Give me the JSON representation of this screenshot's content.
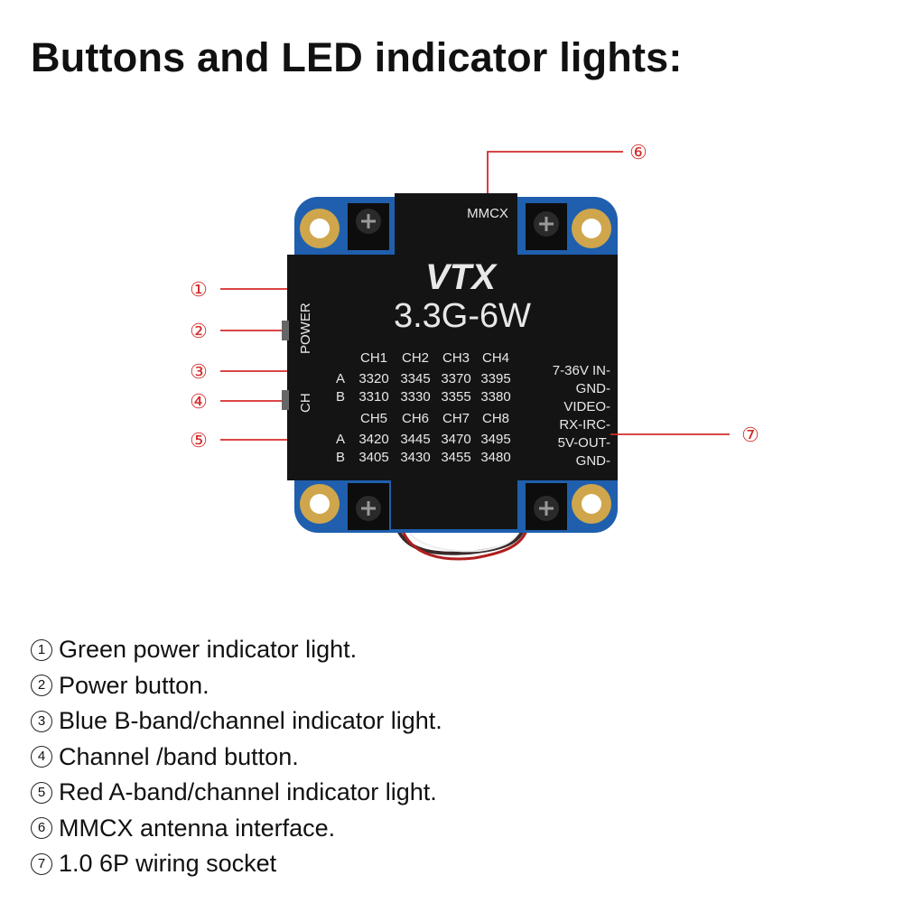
{
  "title": "Buttons and LED indicator lights:",
  "colors": {
    "callout": "#d42b2b",
    "board": "#1f5fae",
    "cover": "#141414",
    "pad": "#cfa64c",
    "label": "#e8e8e8"
  },
  "board": {
    "brand": "VTX",
    "model": "3.3G-6W",
    "mmcx_label": "MMCX",
    "power_label": "POWER",
    "ch_label": "CH",
    "channel_headers_1": [
      "CH1",
      "CH2",
      "CH3",
      "CH4"
    ],
    "channel_headers_2": [
      "CH5",
      "CH6",
      "CH7",
      "CH8"
    ],
    "bands": [
      "A",
      "B"
    ],
    "freq_table_1": [
      [
        "3320",
        "3345",
        "3370",
        "3395"
      ],
      [
        "3310",
        "3330",
        "3355",
        "3380"
      ]
    ],
    "freq_table_2": [
      [
        "3420",
        "3445",
        "3470",
        "3495"
      ],
      [
        "3405",
        "3430",
        "3455",
        "3480"
      ]
    ],
    "pins": [
      "7-36V IN-",
      "GND-",
      "VIDEO-",
      "RX-IRC-",
      "5V-OUT-",
      "GND-"
    ]
  },
  "callouts": [
    "①",
    "②",
    "③",
    "④",
    "⑤",
    "⑥",
    "⑦"
  ],
  "descriptions": [
    {
      "num": "1",
      "text": "Green power indicator light."
    },
    {
      "num": "2",
      "text": "Power button."
    },
    {
      "num": "3",
      "text": "Blue B-band/channel indicator light."
    },
    {
      "num": "4",
      "text": "Channel /band button."
    },
    {
      "num": "5",
      "text": "Red A-band/channel indicator light."
    },
    {
      "num": "6",
      "text": "MMCX antenna interface."
    },
    {
      "num": "7",
      "text": "1.0 6P wiring socket"
    }
  ]
}
